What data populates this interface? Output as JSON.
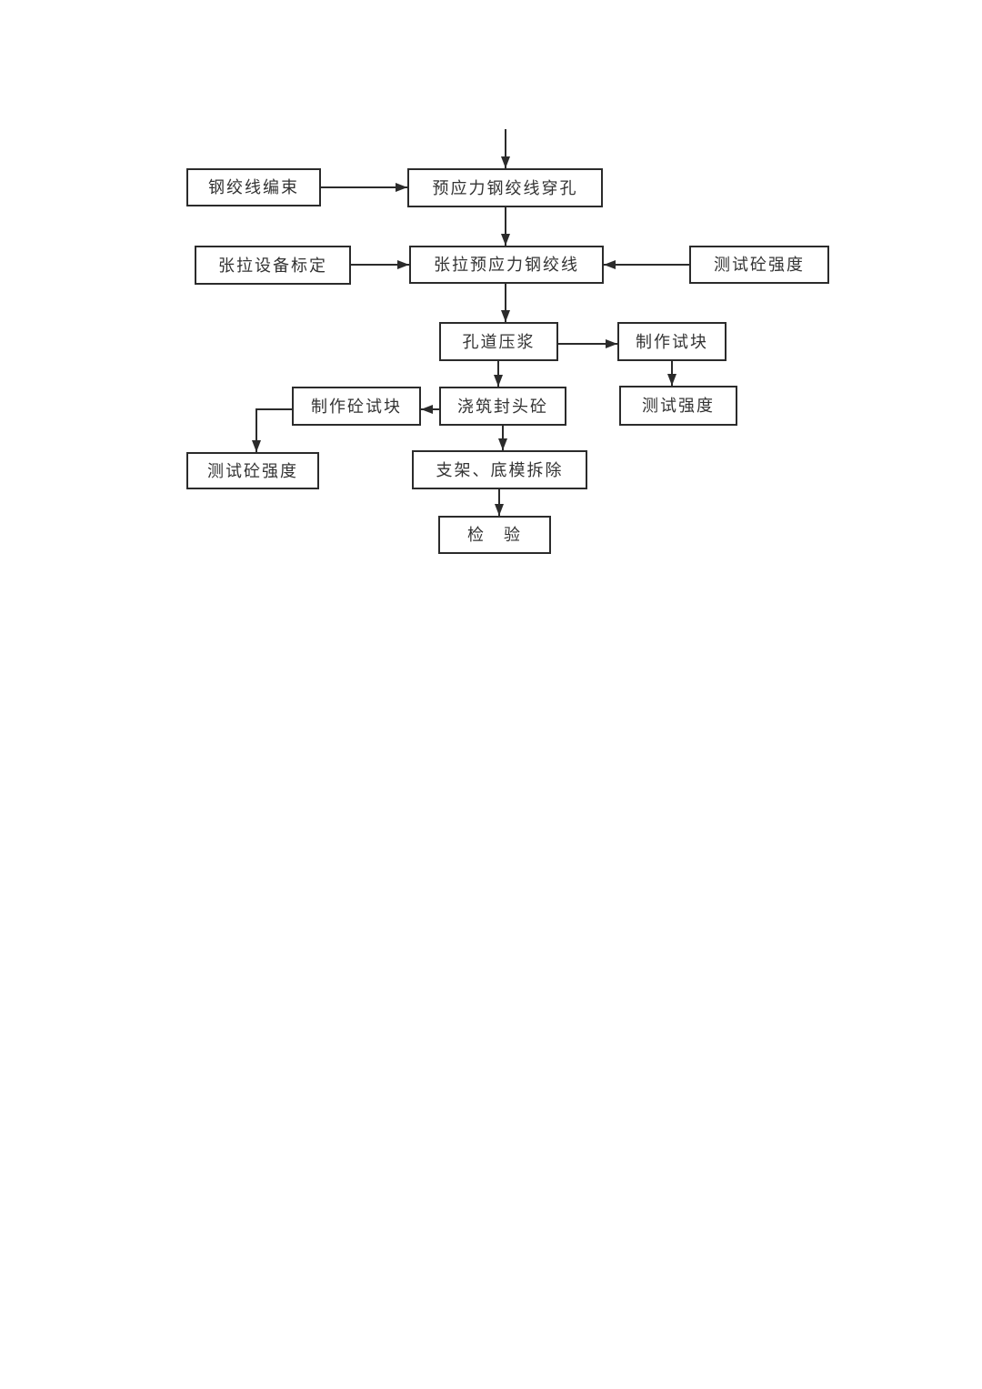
{
  "diagram": {
    "type": "flowchart",
    "background": "#ffffff",
    "line_color": "#2b2b2b",
    "text_color": "#333333",
    "nodes": [
      {
        "id": "strand-bundling",
        "label": "钢绞线编束"
      },
      {
        "id": "strand-hole-threading",
        "label": "预应力钢绞线穿孔"
      },
      {
        "id": "tension-equipment-calibration",
        "label": "张拉设备标定"
      },
      {
        "id": "tension-prestressed-strand",
        "label": "张拉预应力钢绞线"
      },
      {
        "id": "test-concrete-strength-right",
        "label": "测试砼强度"
      },
      {
        "id": "duct-grouting",
        "label": "孔道压浆"
      },
      {
        "id": "make-test-block",
        "label": "制作试块"
      },
      {
        "id": "test-strength",
        "label": "测试强度"
      },
      {
        "id": "make-concrete-test-block",
        "label": "制作砼试块"
      },
      {
        "id": "pour-end-sealing-concrete",
        "label": "浇筑封头砼"
      },
      {
        "id": "test-concrete-strength-left",
        "label": "测试砼强度"
      },
      {
        "id": "support-formwork-removal",
        "label": "支架、底模拆除"
      },
      {
        "id": "inspection",
        "label": "检　验"
      }
    ],
    "edges": [
      {
        "from": "start",
        "to": "strand-hole-threading"
      },
      {
        "from": "strand-bundling",
        "to": "strand-hole-threading"
      },
      {
        "from": "strand-hole-threading",
        "to": "tension-prestressed-strand"
      },
      {
        "from": "tension-equipment-calibration",
        "to": "tension-prestressed-strand"
      },
      {
        "from": "test-concrete-strength-right",
        "to": "tension-prestressed-strand"
      },
      {
        "from": "tension-prestressed-strand",
        "to": "duct-grouting"
      },
      {
        "from": "duct-grouting",
        "to": "make-test-block"
      },
      {
        "from": "make-test-block",
        "to": "test-strength"
      },
      {
        "from": "duct-grouting",
        "to": "pour-end-sealing-concrete"
      },
      {
        "from": "pour-end-sealing-concrete",
        "to": "make-concrete-test-block"
      },
      {
        "from": "make-concrete-test-block",
        "to": "test-concrete-strength-left"
      },
      {
        "from": "pour-end-sealing-concrete",
        "to": "support-formwork-removal"
      },
      {
        "from": "support-formwork-removal",
        "to": "inspection"
      }
    ]
  }
}
